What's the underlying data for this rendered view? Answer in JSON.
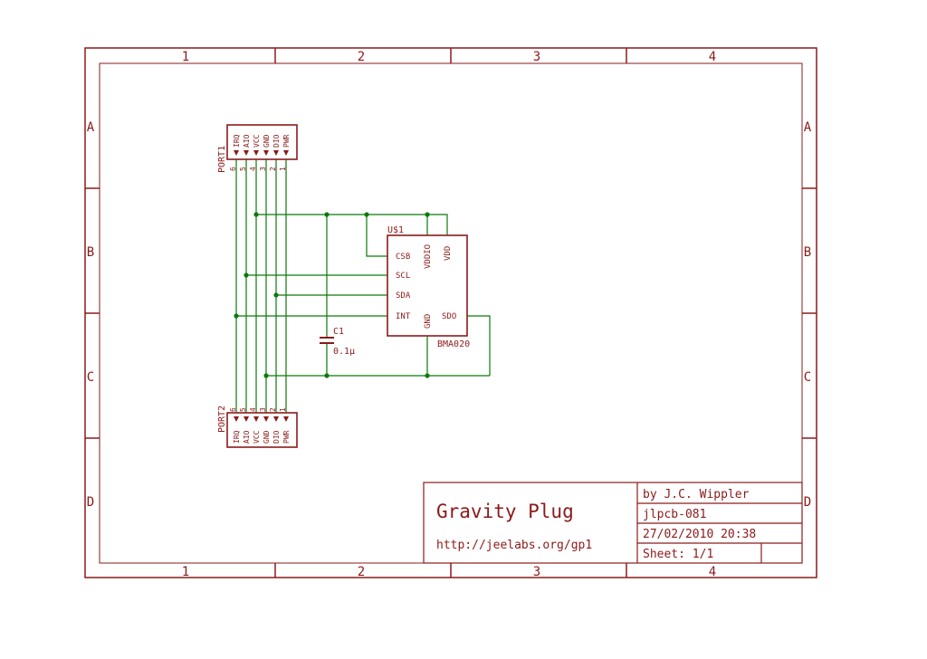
{
  "colors": {
    "frame": "#8b1a1a",
    "wire": "#0a7a0a",
    "text": "#8b1a1a",
    "junction": "#0a7a0a"
  },
  "frame": {
    "columns": [
      "1",
      "2",
      "3",
      "4"
    ],
    "rows": [
      "A",
      "B",
      "C",
      "D"
    ]
  },
  "port1": {
    "name": "PORT1",
    "pins": [
      "IRQ",
      "AIO",
      "VCC",
      "GND",
      "DIO",
      "PWR"
    ],
    "numbers": [
      "6",
      "5",
      "4",
      "3",
      "2",
      "1"
    ]
  },
  "port2": {
    "name": "PORT2",
    "pins": [
      "IRQ",
      "AIO",
      "VCC",
      "GND",
      "DIO",
      "PWR"
    ],
    "numbers": [
      "6",
      "5",
      "4",
      "3",
      "2",
      "1"
    ]
  },
  "chip": {
    "ref": "U$1",
    "value": "BMA020",
    "left_pins": [
      "CSB",
      "SCL",
      "SDA",
      "INT"
    ],
    "top_pins": [
      "VDDIO",
      "VDD"
    ],
    "bottom_pin": "GND",
    "right_pin": "SDO"
  },
  "capacitor": {
    "ref": "C1",
    "value": "0.1µ"
  },
  "title_block": {
    "title": "Gravity Plug",
    "url": "http://jeelabs.org/gp1",
    "author": "by J.C. Wippler",
    "board": "jlpcb-081",
    "datetime": "27/02/2010 20:38",
    "sheet": "Sheet: 1/1"
  }
}
